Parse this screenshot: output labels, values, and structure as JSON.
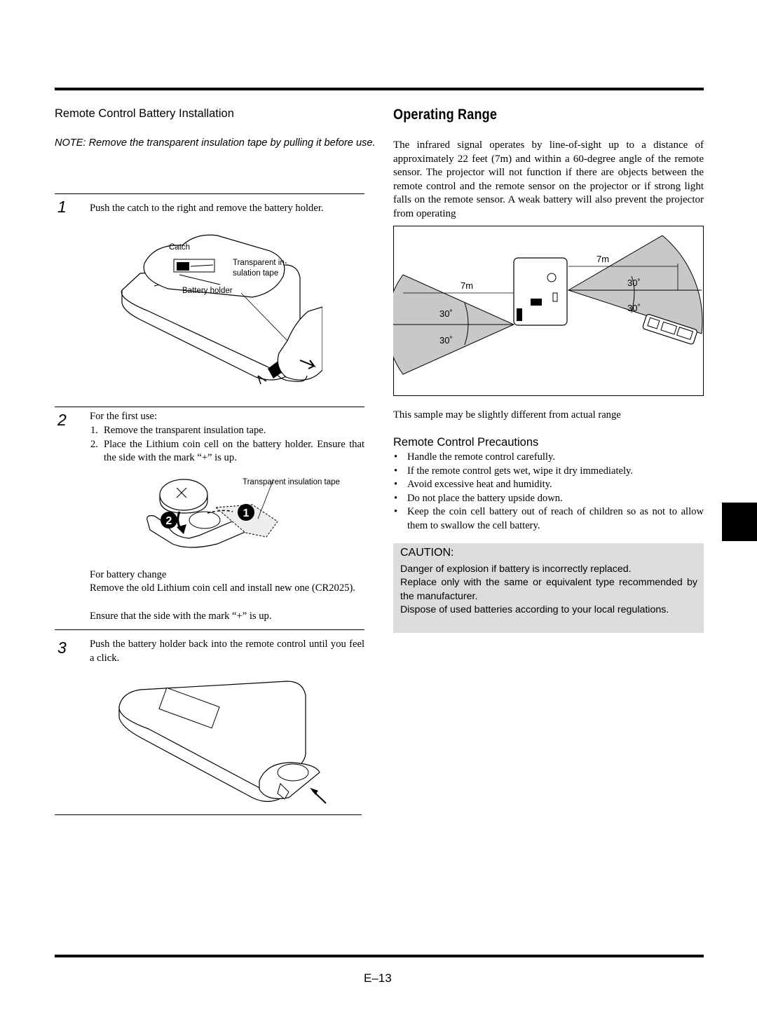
{
  "left": {
    "section_title": "Remote Control Battery Installation",
    "note": "NOTE: Remove the transparent insulation tape by pulling it before use.",
    "step1": {
      "number": "1",
      "text": "Push the catch to the right and remove the battery holder.",
      "fig_labels": {
        "catch": "Catch",
        "transparent_line1": "Transparent in-",
        "transparent_line2": "sulation tape",
        "battery_holder": "Battery holder"
      }
    },
    "step2": {
      "number": "2",
      "intro": "For the first use:",
      "items": [
        {
          "num": "1.",
          "text": "Remove the transparent insulation tape."
        },
        {
          "num": "2.",
          "text": "Place the Lithium coin cell on the battery holder. Ensure that the side with the mark “+” is up."
        }
      ],
      "fig_label": "Transparent insulation tape",
      "fig_marker_1": "1",
      "fig_marker_2": "2",
      "battery_change_title": "For battery change",
      "battery_change_text": "Remove the old Lithium coin cell and install new one (CR2025).",
      "ensure_text": "Ensure that the side with the mark “+” is up."
    },
    "step3": {
      "number": "3",
      "text": "Push the battery holder back into the remote control until you feel a click."
    }
  },
  "right": {
    "heading": "Operating Range",
    "paragraph": "The infrared signal operates by line-of-sight up to a distance of approximately 22 feet (7m) and within a 60-degree angle of the remote sensor. The projector will not function if there are objects between the remote control and the remote sensor on the projector or if strong light falls on the remote sensor. A weak battery will also prevent the projector from operating",
    "diagram_labels": {
      "dist_right": "7m",
      "dist_left": "7m",
      "angle_right_top": "30˚",
      "angle_right_bottom": "30˚",
      "angle_left_top": "30˚",
      "angle_left_bottom": "30˚"
    },
    "diagram_caption": "This sample may be slightly different from actual range",
    "precautions_title": "Remote Control Precautions",
    "precautions": [
      "Handle the remote control carefully.",
      "If the remote control gets wet, wipe it dry immediately.",
      "Avoid excessive heat and humidity.",
      "Do not place the battery upside down.",
      "Keep the coin cell battery out of reach of children so as not to allow them to swallow the cell battery."
    ],
    "bullet_char": "•",
    "caution": {
      "title": "CAUTION:",
      "line1": "Danger of explosion if battery is incorrectly replaced.",
      "line2": "Replace only with the same or equivalent type recommended by the manufacturer.",
      "line3": "Dispose of used batteries according to your local regulations."
    }
  },
  "footer": {
    "page_number": "E–13"
  },
  "colors": {
    "caution_bg": "#dcdcdc",
    "sector_fill": "#c8c8c8",
    "text": "#000000"
  }
}
